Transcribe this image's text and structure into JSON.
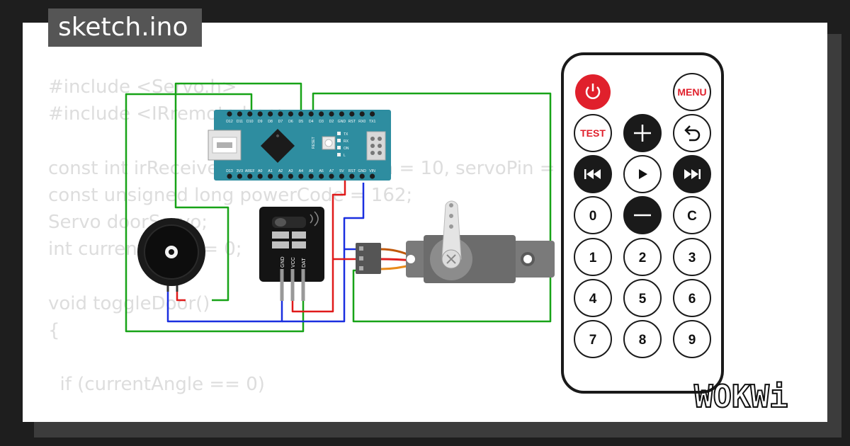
{
  "window": {
    "title": "sketch.ino"
  },
  "code_lines": [
    "#include <Servo.h>",
    "#include <IRremote.hpp>",
    "",
    "const int irReceiverPin = 9, buzzerPin = 10, servoPin = 6;",
    "const unsigned long powerCode = 162;",
    "Servo doorServo;",
    "int currentAngle = 0;",
    "",
    "void toggleDoor()",
    "{",
    "",
    "  if (currentAngle == 0)"
  ],
  "arduino": {
    "top_pins": [
      "D12",
      "D11",
      "D10",
      "D9",
      "D8",
      "D7",
      "D6",
      "D5",
      "D4",
      "D3",
      "D2",
      "GND",
      "RST",
      "RX0",
      "TX1"
    ],
    "bottom_pins": [
      "D13",
      "3V3",
      "AREF",
      "A0",
      "A1",
      "A2",
      "A3",
      "A4",
      "A5",
      "A6",
      "A7",
      "5V",
      "RST",
      "GND",
      "VIN"
    ],
    "leds": [
      "L",
      "ON",
      "RX",
      "TX"
    ],
    "reset_label": "RESET"
  },
  "ir_receiver": {
    "pins": [
      "GND",
      "VCC",
      "DAT"
    ]
  },
  "remote": {
    "buttons": [
      {
        "label": "",
        "icon": "power-icon",
        "style": "red"
      },
      {
        "label": "MENU",
        "style": "text-red"
      },
      {
        "label": "TEST",
        "style": "text-red"
      },
      {
        "label": "",
        "icon": "plus-icon",
        "style": "dark"
      },
      {
        "label": "",
        "icon": "back-icon",
        "style": "light"
      },
      {
        "label": "",
        "icon": "prev-icon",
        "style": "dark"
      },
      {
        "label": "",
        "icon": "play-icon",
        "style": "light"
      },
      {
        "label": "",
        "icon": "next-icon",
        "style": "dark"
      },
      {
        "label": "0",
        "style": "light"
      },
      {
        "label": "",
        "icon": "minus-icon",
        "style": "dark"
      },
      {
        "label": "C",
        "style": "light"
      },
      {
        "label": "1",
        "style": "light"
      },
      {
        "label": "2",
        "style": "light"
      },
      {
        "label": "3",
        "style": "light"
      },
      {
        "label": "4",
        "style": "light"
      },
      {
        "label": "5",
        "style": "light"
      },
      {
        "label": "6",
        "style": "light"
      },
      {
        "label": "7",
        "style": "light"
      },
      {
        "label": "8",
        "style": "light"
      },
      {
        "label": "9",
        "style": "light"
      }
    ]
  },
  "brand": {
    "logo": "WOKWi"
  },
  "colors": {
    "wire_green": "#17a317",
    "wire_blue": "#1a2fe0",
    "wire_red": "#e01a1a",
    "board": "#2e8da0",
    "power_red": "#e0202c"
  }
}
